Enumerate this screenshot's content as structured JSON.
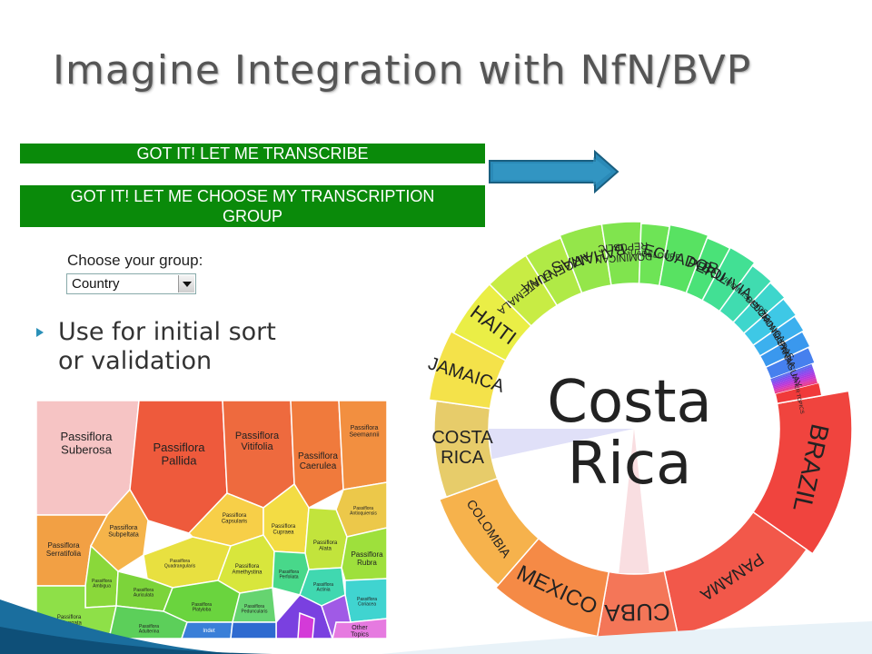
{
  "slide": {
    "title": "Imagine Integration with NfN/BVP",
    "bullet": {
      "line1": "Use for initial sort",
      "line2": "or validation"
    }
  },
  "buttons": {
    "transcribe_label": "GOT IT! LET ME TRANSCRIBE",
    "choose_group_line1": "GOT IT! LET ME CHOOSE MY TRANSCRIPTION",
    "choose_group_line2": "GROUP"
  },
  "group_select": {
    "label": "Choose your group:",
    "selected": "Country"
  },
  "colors": {
    "button_green": "#0a8a0a",
    "arrow_blue": "#2a8ab8"
  },
  "treemap": {
    "cells": [
      {
        "label": "Passiflora\nSuberosa",
        "color": "#f6c4c4"
      },
      {
        "label": "Passiflora\nPallida",
        "color": "#ee5a3c"
      },
      {
        "label": "Passiflora\nVitifolia",
        "color": "#ee6a3e"
      },
      {
        "label": "Passiflora\nCaerulea",
        "color": "#f07a3c"
      },
      {
        "label": "Passiflora\nSeemannii",
        "color": "#f28f40"
      },
      {
        "label": "Passiflora\nSubpeltata",
        "color": "#f5b44a"
      },
      {
        "label": "Passiflora\nCapsularis",
        "color": "#f7cf48"
      },
      {
        "label": "Passiflora\nCupraea",
        "color": "#f3dc44"
      },
      {
        "label": "Passiflora\nAntioquiensis",
        "color": "#ecc84a"
      },
      {
        "label": "Passiflora\nSerratifolia",
        "color": "#f2a044"
      },
      {
        "label": "Passiflora\nQuadrangularis",
        "color": "#e8e040"
      },
      {
        "label": "Passiflora\nAmethystina",
        "color": "#d8e63c"
      },
      {
        "label": "Passiflora\nAlata",
        "color": "#c2e43c"
      },
      {
        "label": "Passiflora\nRubra",
        "color": "#9ee03c"
      },
      {
        "label": "Passiflora\nAmbigua",
        "color": "#8ad83a"
      },
      {
        "label": "Passiflora\nAuriculata",
        "color": "#7cd43a"
      },
      {
        "label": "Passiflora\nPlatyloba",
        "color": "#6ad43e"
      },
      {
        "label": "Passiflora\nPeduncularis",
        "color": "#66d470"
      },
      {
        "label": "Passiflora\nPerfoliata",
        "color": "#48d88a"
      },
      {
        "label": "Passiflora\nActinia",
        "color": "#40d8b0"
      },
      {
        "label": "Passiflora\nCoriacea",
        "color": "#40d4d0"
      },
      {
        "label": "Passiflora\nOblongata",
        "color": "#8ee048"
      },
      {
        "label": "Passiflora\nAdulterina",
        "color": "#5ccf5a"
      },
      {
        "label": "Indet",
        "color": "#3a7fd8"
      },
      {
        "label": "Other\nTopics",
        "color": "#e67ae0"
      }
    ]
  },
  "sunburst": {
    "center_line1": "Costa",
    "center_line2": "Rica",
    "segments": [
      {
        "label": "BRAZIL",
        "color": "#f0443e"
      },
      {
        "label": "PANAMA",
        "color": "#f2584a"
      },
      {
        "label": "CUBA",
        "color": "#f47658"
      },
      {
        "label": "MEXICO",
        "color": "#f58a46"
      },
      {
        "label": "COLOMBIA",
        "color": "#f6b24c"
      },
      {
        "label": "COSTA\nRICA",
        "color": "#e7cc6a"
      },
      {
        "label": "JAMAICA",
        "color": "#f4e24a"
      },
      {
        "label": "HAITI",
        "color": "#eaee46"
      },
      {
        "label": "GUATEMALA",
        "color": "#c8ec44"
      },
      {
        "label": "ARGENTINA",
        "color": "#b0ea46"
      },
      {
        "label": "BAHAMAS",
        "color": "#94e64a"
      },
      {
        "label": "DOMINICAN\nREPUBLIC",
        "color": "#80e44e"
      },
      {
        "label": "GUADELOUPE",
        "color": "#6ee456"
      },
      {
        "label": "ECUADOR",
        "color": "#58e262"
      },
      {
        "label": "PERU",
        "color": "#4ae278"
      },
      {
        "label": "BOLIVIA",
        "color": "#42e094"
      },
      {
        "label": "VIRGIN ISLANDS",
        "color": "#40dcb0"
      },
      {
        "label": "BELIZE",
        "color": "#3ed6cc"
      },
      {
        "label": "DOMINICA",
        "color": "#3ec8e6"
      },
      {
        "label": "HONDURAS",
        "color": "#3cb0ee"
      },
      {
        "label": "GUYANA",
        "color": "#3a98ee"
      },
      {
        "label": "PARAGUAY",
        "color": "#4680ee"
      },
      {
        "label": "OTHER TOPICS",
        "color": "#f03a3a"
      }
    ]
  }
}
